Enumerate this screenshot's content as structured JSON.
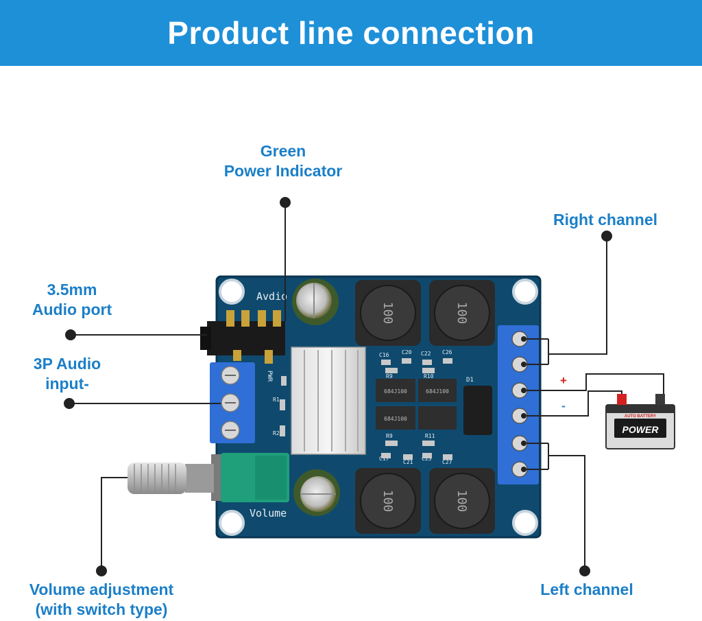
{
  "header": {
    "title": "Product line connection"
  },
  "labels": {
    "power_indicator": {
      "line1": "Green",
      "line2": "Power Indicator"
    },
    "audio_port": {
      "line1": "3.5mm",
      "line2": "Audio port"
    },
    "audio_input": {
      "line1": "3P Audio",
      "line2": "input-"
    },
    "volume": {
      "line1": "Volume adjustment",
      "line2": "(with switch type)"
    },
    "right_channel": "Right channel",
    "left_channel": "Left channel",
    "plus": "+",
    "minus": "-"
  },
  "board": {
    "silk_audio": "Avdio",
    "silk_volume": "Volume",
    "silk_pwr": "PWR",
    "inductor_code": "100",
    "resistor_code": "684J100",
    "silk_d1": "D1",
    "silk_r1": "R1",
    "silk_r2": "R2",
    "silk_c16": "C16",
    "silk_c20": "C20",
    "silk_c22": "C22",
    "silk_c26": "C26",
    "silk_c17": "C17",
    "silk_c21": "C21",
    "silk_c23": "C23",
    "silk_c27": "C27",
    "silk_r9": "R9",
    "silk_r10": "R10",
    "silk_r11": "R11"
  },
  "battery": {
    "brand": "AUTO BATTERY",
    "label": "POWER"
  },
  "colors": {
    "banner": "#1e90d8",
    "label_text": "#1b7fc8",
    "pcb": "#0f4a6e",
    "terminal": "#2f6fd6",
    "pot": "#1f9f7a",
    "plus": "#d32020",
    "minus": "#1b7fc8"
  }
}
